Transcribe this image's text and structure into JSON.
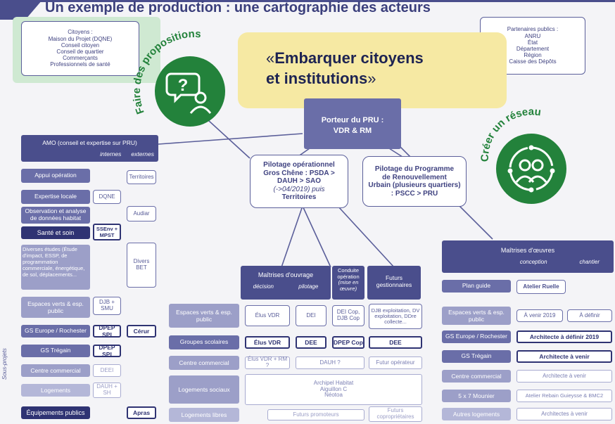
{
  "title": "Un exemple de production : une cartographie des acteurs",
  "citoyens": {
    "heading": "Citoyens :",
    "items": [
      "Maison du Projet (DQNE)",
      "Conseil citoyen",
      "Conseil de quartier",
      "Commerçants",
      "Professionnels de santé"
    ]
  },
  "partenaires": {
    "heading": "Partenaires publics :",
    "items": [
      "ANRU",
      "État",
      "Département",
      "Région",
      "Caisse des Dépôts"
    ]
  },
  "callout": {
    "open": "«",
    "line1": "Embarquer citoyens",
    "line2": "et institutions",
    "close": "»"
  },
  "badge_left": {
    "text": "Faire des propositions",
    "icon": "question-speech-icon"
  },
  "badge_right": {
    "text": "Créer un réseau",
    "icon": "network-people-icon"
  },
  "porteur": {
    "line1": "Porteur du PRU :",
    "line2": "VDR & RM"
  },
  "pilotage_op": {
    "line1": "Pilotage opérationnel",
    "line2": "Gros Chêne : PSDA >",
    "line3": "DAUH > SAO",
    "line4": "(->04/2019) puis",
    "line5": "Territoires"
  },
  "pilotage_prog": {
    "line1": "Pilotage du Programme",
    "line2": "de Renouvellement",
    "line3": "Urbain (plusieurs quartiers)",
    "line4": ": PSCC > PRU"
  },
  "amo": {
    "title": "AMO (conseil et expertise sur PRU)",
    "internes": "internes",
    "externes": "externes",
    "rows": [
      {
        "left": "Appui opération",
        "right": "Territoires"
      },
      {
        "left": "Expertise locale",
        "right": "DQNE"
      },
      {
        "left": "Observation et analyse de données habitat",
        "right": "Audiar"
      },
      {
        "left": "Santé et soin",
        "right": "SSEnv + MPST"
      },
      {
        "left": "Diverses études (Étude d'impact, ESSP, de programmation commerciale, énergétique, de sol, déplacements...",
        "right": "Divers BET"
      }
    ]
  },
  "sous_projets_label": "Sous-projets",
  "left_rows": [
    {
      "label": "Espaces verts & esp. public",
      "col1": "DJB + SMU",
      "col2": ""
    },
    {
      "label": "GS Europe / Rochester",
      "col1": "DPEP SPI",
      "col2": "Cérur"
    },
    {
      "label": "GS Trégain",
      "col1": "DPEP SPI",
      "col2": ""
    },
    {
      "label": "Centre commercial",
      "col1": "DEEI",
      "col2": ""
    },
    {
      "label": "Logements",
      "col1": "DAUH + SH",
      "col2": ""
    },
    {
      "label": "Équipements publics",
      "col1": "",
      "col2": "Apras"
    }
  ],
  "maitrises_ouvrage": {
    "title": "Maîtrises d'ouvrage",
    "decision": "décision",
    "pilotage": "pilotage"
  },
  "conduite": {
    "line1": "Conduite",
    "line2": "opération",
    "line3": "(mise en",
    "line4": "œuvre)"
  },
  "futurs_gest": {
    "line1": "Futurs",
    "line2": "gestionnaires"
  },
  "center_rows": {
    "r1": {
      "label": "Espaces verts & esp. public",
      "a": "Élus VDR",
      "b": "DEI",
      "c": "DEI Cop, DJB Cop",
      "d": "DJB exploitation, DV exploitation, DDre collecte..."
    },
    "r2": {
      "label": "Groupes scolaires",
      "a": "Élus VDR",
      "b": "DEE",
      "c": "DPEP Cop",
      "d": "DEE"
    },
    "r3": {
      "label": "Centre commercial",
      "a": "Élus VDR + RM ?",
      "b": "DAUH ?",
      "d": "Futur opérateur"
    },
    "r4": {
      "label": "Logements sociaux",
      "l1": "Archipel Habitat",
      "l2": "Aiguillon C",
      "l3": "Néotoa"
    },
    "r5": {
      "label": "Logements libres",
      "b": "Futurs promoteurs",
      "d": "Futurs copropriétaires"
    }
  },
  "maitrises_oeuvres": {
    "title": "Maîtrises d'œuvres",
    "conception": "conception",
    "chantier": "chantier"
  },
  "right_rows": {
    "plan": {
      "label": "Plan guide",
      "val": "Atelier Ruelle"
    },
    "esp": {
      "label": "Espaces verts & esp. public",
      "v1": "À venir 2019",
      "v2": "À définir"
    },
    "gse": {
      "label": "GS Europe / Rochester",
      "val": "Architecte à définir 2019"
    },
    "gst": {
      "label": "GS Trégain",
      "val": "Architecte à venir"
    },
    "cc": {
      "label": "Centre commercial",
      "val": "Architecte à venir"
    },
    "mou": {
      "label": "5 x 7 Mounier",
      "val": "Atelier Rebain Guieysse & BMC2"
    },
    "aut": {
      "label": "Autres logements",
      "val": "Architectes à venir"
    }
  }
}
